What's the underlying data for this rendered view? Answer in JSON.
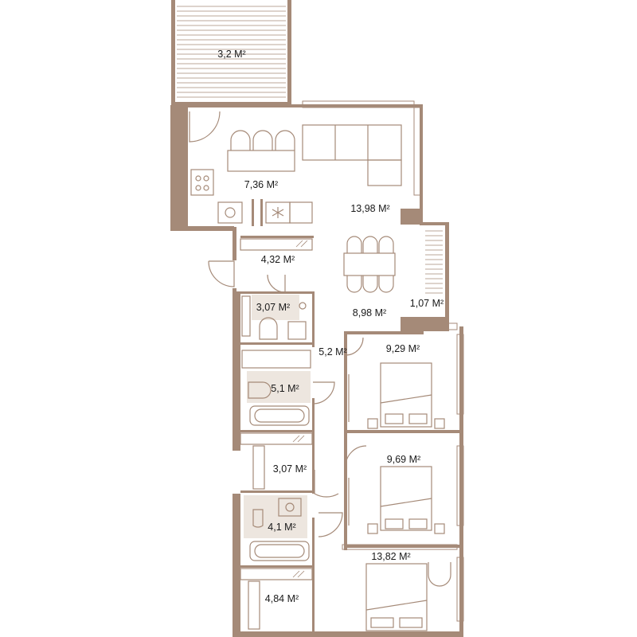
{
  "colors": {
    "wall": "#a58a78",
    "shade": "#ede6df",
    "text": "#1a1a1a",
    "background": "#ffffff"
  },
  "rooms": [
    {
      "id": "balcony",
      "label": "3,2 М²"
    },
    {
      "id": "kitchen",
      "label": "7,36 М²"
    },
    {
      "id": "living",
      "label": "13,98 М²"
    },
    {
      "id": "hall",
      "label": "4,32 М²"
    },
    {
      "id": "bath-small",
      "label": "3,07 М²"
    },
    {
      "id": "loggia",
      "label": "1,07 М²"
    },
    {
      "id": "dining",
      "label": "8,98 М²"
    },
    {
      "id": "corridor",
      "label": "5,2 М²"
    },
    {
      "id": "bedroom-1",
      "label": "9,29 М²"
    },
    {
      "id": "bathroom-1",
      "label": "5,1 М²"
    },
    {
      "id": "wardrobe-1",
      "label": "3,07 М²"
    },
    {
      "id": "bedroom-2",
      "label": "9,69 М²"
    },
    {
      "id": "bathroom-2",
      "label": "4,1 М²"
    },
    {
      "id": "bedroom-3",
      "label": "13,82 М²"
    },
    {
      "id": "wardrobe-2",
      "label": "4,84 М²"
    }
  ]
}
